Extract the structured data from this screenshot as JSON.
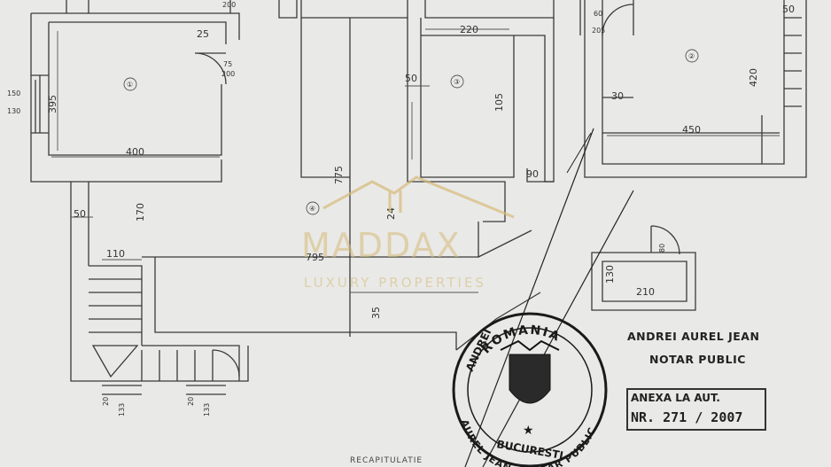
{
  "dimensions": {
    "d_25": "25",
    "d_395": "395",
    "d_400": "400",
    "d_220": "220",
    "d_50_top": "50",
    "d_105": "105",
    "d_90": "90",
    "d_775": "775",
    "d_24": "24",
    "d_795": "795",
    "d_35": "35",
    "d_170": "170",
    "d_50_left": "50",
    "d_110": "110",
    "d_30": "30",
    "d_450": "450",
    "d_420": "420",
    "d_50_right": "50",
    "d_130": "130",
    "d_210": "210",
    "d_200_top": "200",
    "d_75_200_top": "75",
    "d_75_200_bot": "200",
    "d_60": "60",
    "d_205": "205",
    "d_80": "80",
    "d_150": "150",
    "d_130_side": "130",
    "d_20_133a_top": "20",
    "d_20_133a_bot": "133",
    "d_20_133b_top": "20",
    "d_20_133b_bot": "133"
  },
  "rooms": {
    "r1": "①",
    "r2": "②",
    "r3": "③",
    "r4": "④"
  },
  "watermark": {
    "name": "MADDAX",
    "tagline": "LUXURY PROPERTIES"
  },
  "notary": {
    "name": "ANDREI AUREL JEAN",
    "title": "NOTAR PUBLIC"
  },
  "stamp": {
    "country": "ROMANIA",
    "text_left": "ANDREI",
    "text_bottom": "AUREL JEAN - NOTAR PUBLIC",
    "city": "BUCURESTI"
  },
  "annex": {
    "line1": "ANEXA LA AUT.",
    "line2": "NR. 271 / 2007"
  },
  "footer": {
    "text": "RECAPITULATIE"
  },
  "colors": {
    "paper": "#e9e9e7",
    "ink": "#333333",
    "watermark": "#d6ba78"
  }
}
